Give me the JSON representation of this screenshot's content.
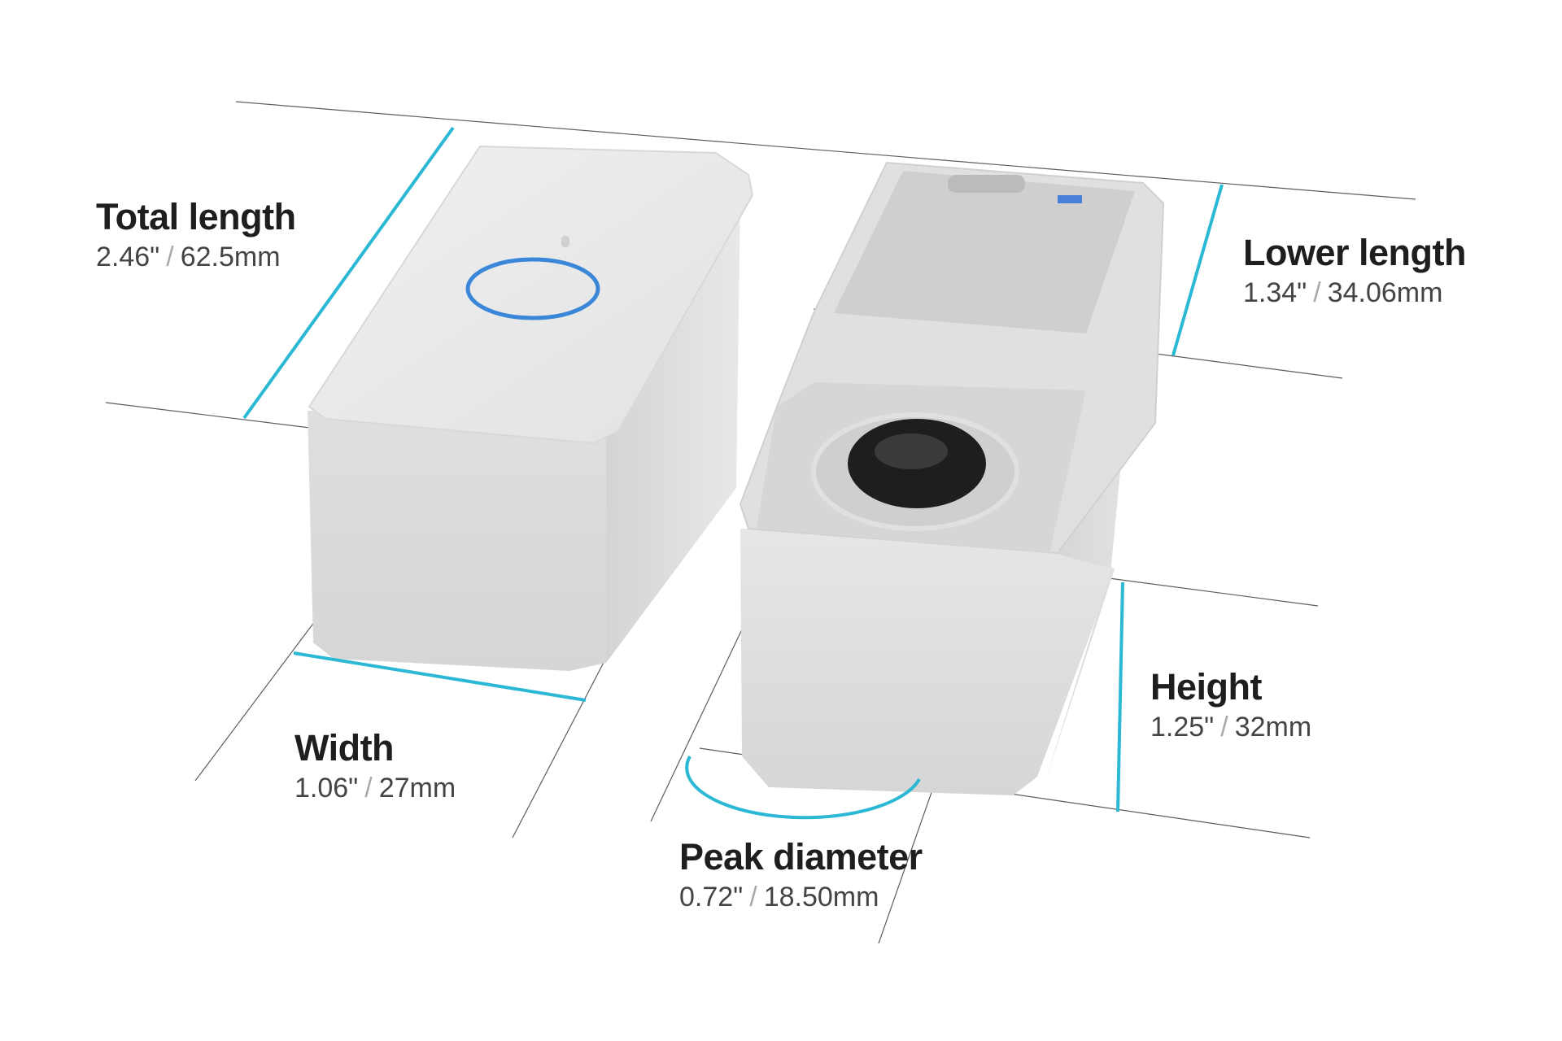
{
  "colors": {
    "accent": "#2bb8d4",
    "device": "#e4e4e4",
    "text": "#1e1e1e",
    "subtext": "#444444"
  },
  "dimensions": {
    "total_length": {
      "title": "Total length",
      "inches": "2.46\"",
      "separator": "/",
      "mm": "62.5mm"
    },
    "lower_length": {
      "title": "Lower length",
      "inches": "1.34\"",
      "separator": "/",
      "mm": "34.06mm"
    },
    "width": {
      "title": "Width",
      "inches": "1.06\"",
      "separator": "/",
      "mm": "27mm"
    },
    "height": {
      "title": "Height",
      "inches": "1.25\"",
      "separator": "/",
      "mm": "32mm"
    },
    "peak_diameter": {
      "title": "Peak diameter",
      "inches": "0.72\"",
      "separator": "/",
      "mm": "18.50mm"
    }
  }
}
